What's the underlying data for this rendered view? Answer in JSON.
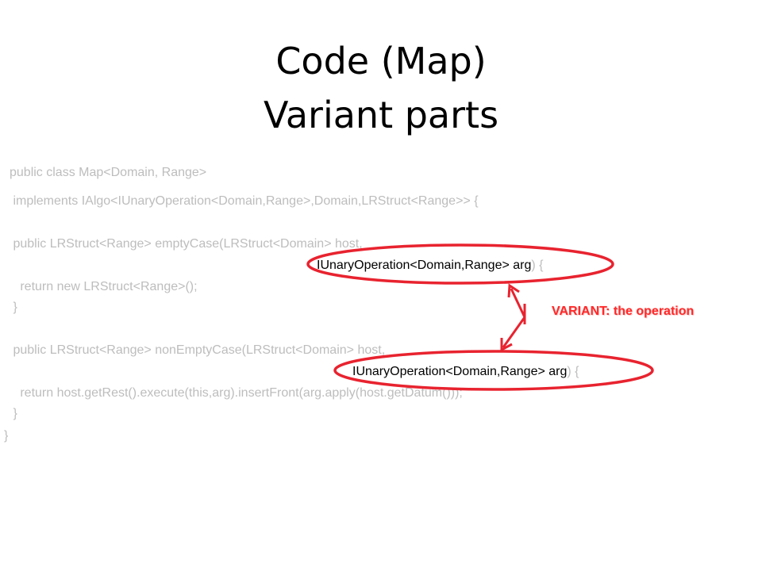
{
  "slide": {
    "title_line1": "Code (Map)",
    "title_line2": "Variant parts"
  },
  "code": {
    "l1": "public class Map<Domain, Range>",
    "l2": " implements IAlgo<IUnaryOperation<Domain,Range>,Domain,LRStruct<Range>> {",
    "l3": " public LRStruct<Range> emptyCase(LRStruct<Domain> host,",
    "l4_highlight": "IUnaryOperation<Domain,Range> arg",
    "l4_tail": ") {",
    "l5": "   return new LRStruct<Range>();",
    "l6": " }",
    "l7": " public LRStruct<Range> nonEmptyCase(LRStruct<Domain> host,",
    "l8_highlight": "IUnaryOperation<Domain,Range> arg",
    "l8_tail": ") {",
    "l9": "   return host.getRest().execute(this,arg).insertFront(arg.apply(host.getDatum()));",
    "l10": " }",
    "l11": "}"
  },
  "annotation": {
    "label": "VARIANT: the operation",
    "color": "#ff2a2a"
  }
}
